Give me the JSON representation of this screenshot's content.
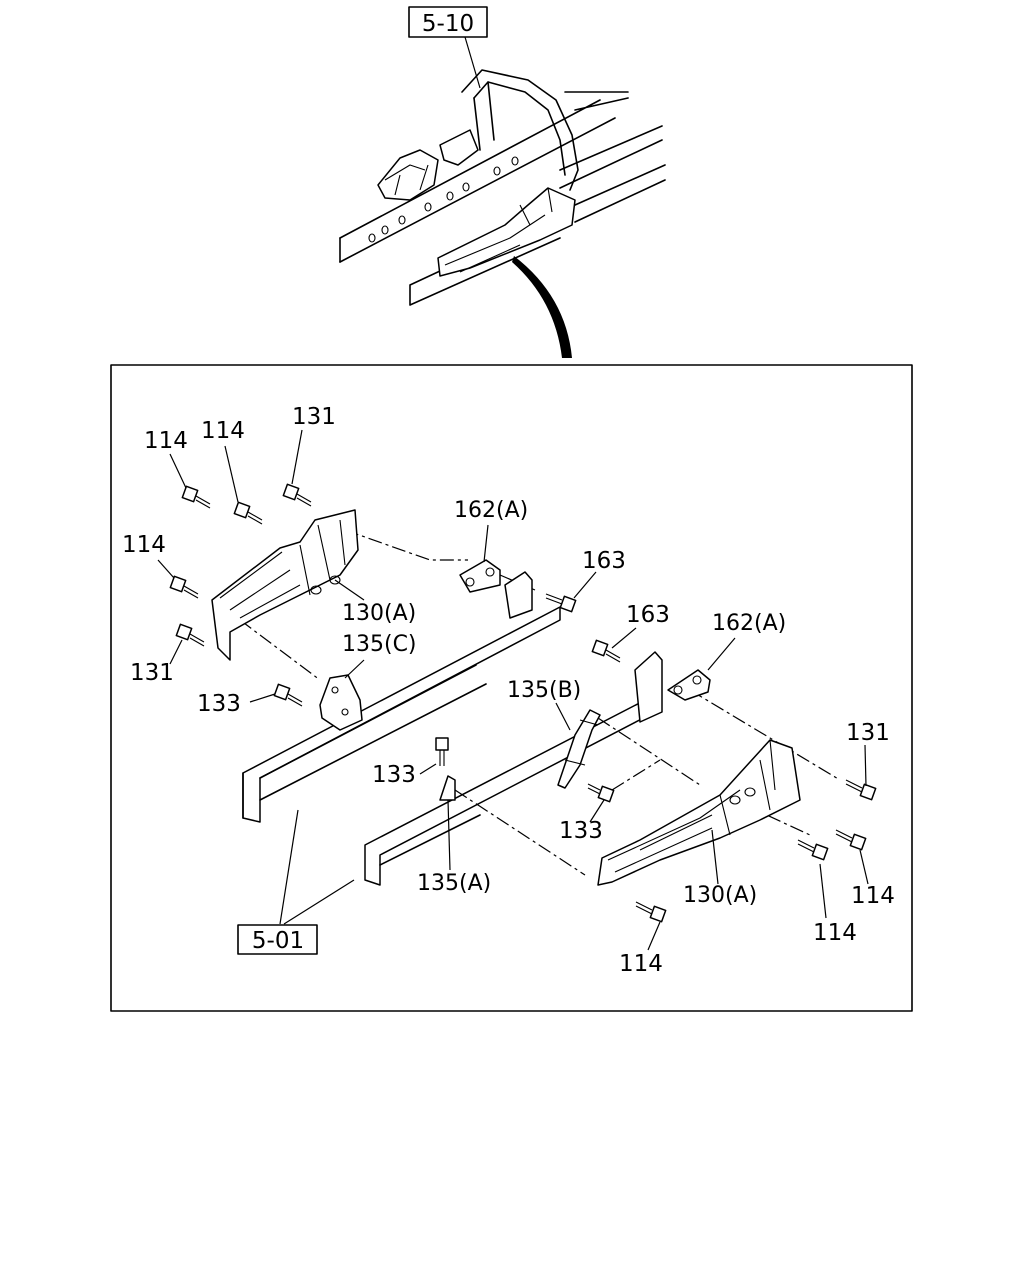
{
  "refs": {
    "top_ref": "5-10",
    "bottom_ref": "5-01"
  },
  "labels": {
    "l114_a": "114",
    "l114_b": "114",
    "l131_a": "131",
    "l114_c": "114",
    "l162a_a": "162(A)",
    "l163_a": "163",
    "l130a_a": "130(A)",
    "l135c": "135(C)",
    "l131_b": "131",
    "l133_a": "133",
    "l163_b": "163",
    "l162a_b": "162(A)",
    "l135b": "135(B)",
    "l133_b": "133",
    "l131_c": "131",
    "l133_c": "133",
    "l135a": "135(A)",
    "l130a_b": "130(A)",
    "l114_d": "114",
    "l114_e": "114",
    "l114_f": "114"
  }
}
